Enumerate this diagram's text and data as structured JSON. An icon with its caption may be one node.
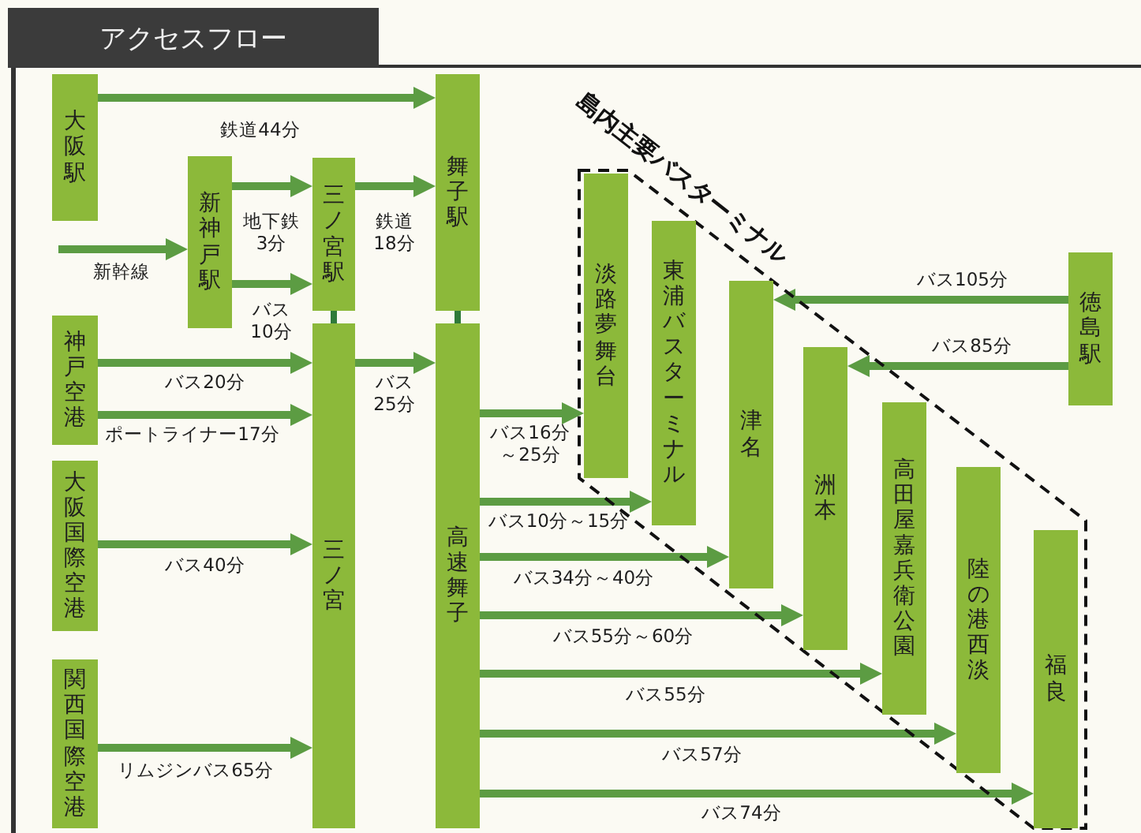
{
  "diagram": {
    "title": "アクセスフロー",
    "nodes": [
      {
        "text": [
          "大阪駅"
        ]
      },
      {
        "text": [
          "新神戸駅"
        ]
      },
      {
        "text": [
          "三ノ宮駅"
        ]
      },
      {
        "text": [
          "舞子駅"
        ]
      },
      {
        "text": [
          "神戸空港"
        ]
      },
      {
        "text": [
          "大阪国際空港"
        ]
      },
      {
        "text": [
          "関西国際空港"
        ]
      },
      {
        "text": [
          "三ノ宮"
        ]
      },
      {
        "text": [
          "高速舞子"
        ]
      },
      {
        "text": [
          "島内主要バスターミナル"
        ]
      },
      {
        "text": [
          "淡路夢舞台"
        ],
        "in": 9
      },
      {
        "text": [
          "東浦バスターミナル"
        ],
        "in": 9
      },
      {
        "text": [
          "津名"
        ],
        "in": 9
      },
      {
        "text": [
          "洲本"
        ],
        "in": 9
      },
      {
        "text": [
          "高田屋嘉兵衛公園"
        ],
        "in": 9
      },
      {
        "text": [
          "陸の港西淡"
        ],
        "in": 9
      },
      {
        "text": [
          "福良"
        ],
        "in": 9
      },
      {
        "text": [
          "徳島駅"
        ]
      }
    ],
    "edges": [
      {
        "from": 0,
        "to": 3,
        "arrow": "to",
        "label": "鉄道44分"
      },
      {
        "from": null,
        "to": 1,
        "arrow": "to",
        "label": "新幹線"
      },
      {
        "from": 1,
        "to": 2,
        "arrow": "to",
        "label": "地下鉄3分"
      },
      {
        "from": 1,
        "to": 2,
        "arrow": "to",
        "label": "バス10分"
      },
      {
        "from": 2,
        "to": 3,
        "arrow": "to",
        "label": "鉄道18分"
      },
      {
        "from": 2,
        "to": 7,
        "arrow": "none",
        "color": "#2f7a3a"
      },
      {
        "from": 3,
        "to": 8,
        "arrow": "none",
        "color": "#2f7a3a"
      },
      {
        "from": 4,
        "to": 7,
        "arrow": "to",
        "label": "バス20分"
      },
      {
        "from": 4,
        "to": 7,
        "arrow": "to",
        "label": "ポートライナー17分"
      },
      {
        "from": 5,
        "to": 7,
        "arrow": "to",
        "label": "バス40分"
      },
      {
        "from": 6,
        "to": 7,
        "arrow": "to",
        "label": "リムジンバス65分"
      },
      {
        "from": 7,
        "to": 8,
        "arrow": "to",
        "label": "バス25分"
      },
      {
        "from": 8,
        "to": 10,
        "arrow": "to",
        "label": "バス16分～25分"
      },
      {
        "from": 8,
        "to": 11,
        "arrow": "to",
        "label": "バス10分～15分"
      },
      {
        "from": 8,
        "to": 12,
        "arrow": "to",
        "label": "バス34分～40分"
      },
      {
        "from": 8,
        "to": 13,
        "arrow": "to",
        "label": "バス55分～60分"
      },
      {
        "from": 8,
        "to": 14,
        "arrow": "to",
        "label": "バス55分"
      },
      {
        "from": 8,
        "to": 15,
        "arrow": "to",
        "label": "バス57分"
      },
      {
        "from": 8,
        "to": 16,
        "arrow": "to",
        "label": "バス74分"
      },
      {
        "from": 17,
        "to": 12,
        "arrow": "to",
        "label": "バス105分"
      },
      {
        "from": 17,
        "to": 13,
        "arrow": "to",
        "label": "バス85分"
      }
    ]
  }
}
